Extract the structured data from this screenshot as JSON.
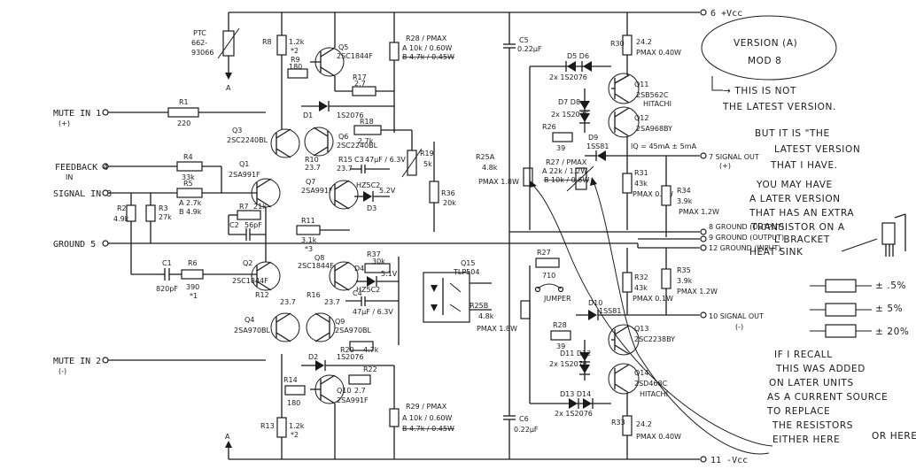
{
  "rails": {
    "vcc_pos": "6 +Vcc",
    "vcc_neg": "11 -Vcc"
  },
  "ptc": {
    "label": "PTC",
    "part1": "662-",
    "part2": "93066",
    "node": "A"
  },
  "inputs": {
    "mute_in_pos": "MUTE IN 1",
    "mute_in_pos_sub": "(+)",
    "feedback_in": "FEEDBACK 4",
    "feedback_in_sub": "IN",
    "signal_in": "SIGNAL IN 3",
    "ground": "GROUND 5",
    "mute_in_neg": "MUTE IN 2",
    "mute_in_neg_sub": "(-)"
  },
  "outputs": {
    "signal_out_7": "7 SIGNAL OUT",
    "signal_out_7_sub": "(+)",
    "ground_8": "8 GROUND (OUTPUT)",
    "ground_9": "9 GROUND (OUTPUT)",
    "ground_12": "12 GROUND (INPUT)",
    "signal_out_10": "10 SIGNAL OUT",
    "signal_out_10_sub": "(-)"
  },
  "components": {
    "r8": "R8",
    "r8_val": "1.2k",
    "r8_tol": "*2",
    "r9": "R9",
    "r9_val": "180",
    "q5": "Q5",
    "q5_part": "2SC1844F",
    "r17": "R17",
    "r17_val": "2.7",
    "d1": "D1",
    "d1_part": "1S2076",
    "r1": "R1",
    "r1_val": "220",
    "q3": "Q3",
    "q3_part": "2SC2240BL",
    "r18": "R18",
    "r18_val": "2.7k",
    "q6": "Q6",
    "q6_part": "2SC2240BL",
    "r19": "R19",
    "r19_val": "5k",
    "q1": "Q1",
    "q1_part": "2SA991F",
    "r10": "R10",
    "r10_val": "23.7",
    "r15": "R15",
    "r15_val": "23.7",
    "c3": "C3",
    "c3_val": "47µF / 6.3V",
    "d3": "D3",
    "d3_part": "HZ5C2",
    "d3_v": "5.2V",
    "q7": "Q7",
    "q7_part": "2SA991F",
    "r36": "R36",
    "r36_val": "20k",
    "r4": "R4",
    "r4_val": "33k",
    "r5": "R5",
    "r5_a": "A 2.7k",
    "r5_b": "B 4.9k",
    "r2": "R2",
    "r2_val": "4.9k",
    "r3": "R3",
    "r3_val": "27k",
    "r7": "R7",
    "r7_val": "21k",
    "c2": "C2",
    "c2_val": "56pF",
    "r11": "R11",
    "r11_val": "3.1k",
    "r11_tol": "*3",
    "c1": "C1",
    "c1_val": "820pF",
    "r6": "R6",
    "r6_val": "390",
    "r6_tol": "*1",
    "q2": "Q2",
    "q2_part": "2SC1844F",
    "q8": "Q8",
    "q8_part": "2SC1844F",
    "r37": "R37",
    "r37_val": "30k",
    "d4": "D4",
    "d4_part": "HZ5C2",
    "d4_v": "5.1V",
    "c4b": "C4",
    "c4b_val": "47µF / 6.3V",
    "r12": "R12",
    "r12_val": "23.7",
    "r16": "R16",
    "r16_val": "23.7",
    "q4": "Q4",
    "q4_part": "2SA970BL",
    "q9": "Q9",
    "q9_part": "2SA970BL",
    "r20": "R20",
    "r20_val": "4.7k",
    "q15": "Q15",
    "q15_part": "TLP504",
    "d2": "D2",
    "d2_part": "1S2076",
    "r14": "R14",
    "r14_val": "180",
    "r22": "R22",
    "r22_val": "2.7",
    "q10": "Q10",
    "q10_part": "2SA991F",
    "r13": "R13",
    "r13_val": "1.2k",
    "r13_tol": "*2",
    "r28": "R28 / PMAX",
    "r28_a": "A 10k / 0.60W",
    "r28_b": "B 4.7k / 0.45W",
    "r29": "R29 / PMAX",
    "r29_a": "A 10k / 0.60W",
    "r29_b": "B 4.7k / 0.45W",
    "c5": "C5",
    "c5_val": "0.22µF",
    "c6": "C6",
    "c6_val": "0.22µF",
    "r25a": "R25A",
    "r25a_val": "4.8k",
    "r25a_p": "PMAX 1.8W",
    "r25b": "R25B",
    "r25b_val": "4.8k",
    "r25b_p": "PMAX 1.8W",
    "d5d6": "D5 D6",
    "d5d6_part": "2x 1S2076",
    "r30": "R30",
    "r30_val": "24.2",
    "r30_p": "PMAX 0.40W",
    "q11": "Q11",
    "q11_part": "2SB562C",
    "q11_maker": "HITACHI",
    "d7d8": "D7 D8",
    "d7d8_part": "2x 1S2076",
    "q12": "Q12",
    "q12_part": "2SA968BY",
    "r26": "R26",
    "r26_val": "39",
    "d9": "D9",
    "d9_part": "1SS81",
    "iq": "IQ = 45mA ± 5mA",
    "r27a": "R27 / PMAX",
    "r27a_a": "A 22k / 1.2W",
    "r27a_b": "B 10k / 0.6W",
    "r31": "R31",
    "r31_val": "43k",
    "r31_p": "PMAX 0.1W",
    "r34": "R34",
    "r34_val": "3.9k",
    "r34_p": "PMAX 1.2W",
    "r27": "R27",
    "r27_val": "710",
    "jumper": "JUMPER",
    "r32": "R32",
    "r32_val": "43k",
    "r32_p": "PMAX 0.1W",
    "r35": "R35",
    "r35_val": "3.9k",
    "r35_p": "PMAX 1.2W",
    "d10": "D10",
    "d10_part": "1SS81",
    "q13": "Q13",
    "q13_part": "2SC2238BY",
    "r28b": "R28",
    "r28b_val": "39",
    "d11d12": "D11 D12",
    "d11d12_part": "2x 1S2076",
    "q14": "Q14",
    "q14_part": "2SD468C",
    "q14_maker": "HITACHI",
    "d13d14": "D13 D14",
    "d13d14_part": "2x 1S2076",
    "r33": "R33",
    "r33_val": "24.2",
    "r33_p": "PMAX 0.40W",
    "node_a_bottom": "A"
  },
  "notes": {
    "version_1": "VERSION (A)",
    "version_2": "MOD 8",
    "n1": "→ THIS IS NOT",
    "n2": "THE LATEST VERSION.",
    "n3": "BUT IT IS \"THE",
    "n4": "LATEST VERSION",
    "n5": "THAT I HAVE.",
    "n6": "YOU MAY HAVE",
    "n7": "A LATER VERSION",
    "n8": "THAT HAS AN EXTRA",
    "n9": "TRANSISTOR ON A",
    "n10": "L BRACKET",
    "n11": "HEAT SINK",
    "tol1": "± .5%",
    "tol2": "± 5%",
    "tol3": "± 20%",
    "n12": "IF I RECALL",
    "n13": "THIS WAS ADDED",
    "n14": "ON LATER UNITS",
    "n15": "AS A CURRENT SOURCE",
    "n16": "TO REPLACE",
    "n17": "THE RESISTORS",
    "n18": "EITHER HERE",
    "n19": "OR HERE"
  }
}
